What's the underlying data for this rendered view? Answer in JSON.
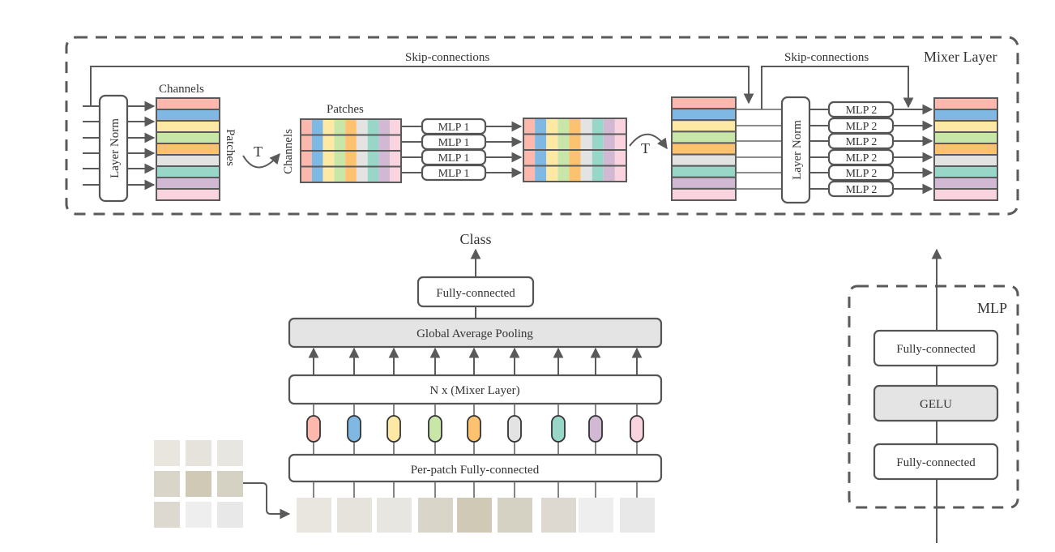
{
  "figure": {
    "mixer_layer": {
      "title": "Mixer Layer",
      "skip_label_1": "Skip-connections",
      "skip_label_2": "Skip-connections",
      "layer_norm_1": "Layer Norm",
      "layer_norm_2": "Layer Norm",
      "channels_label_top": "Channels",
      "patches_label_side": "Patches",
      "patches_label_top": "Patches",
      "channels_label_side": "Channels",
      "transpose_1": "T",
      "transpose_2": "T",
      "mlp1_blocks": [
        "MLP 1",
        "MLP 1",
        "MLP 1",
        "MLP 1"
      ],
      "mlp2_blocks": [
        "MLP 2",
        "MLP 2",
        "MLP 2",
        "MLP 2",
        "MLP 2",
        "MLP 2"
      ]
    },
    "main_pipeline": {
      "output_label": "Class",
      "head": "Fully-connected",
      "pooling": "Global Average Pooling",
      "mixer_stack": "N x (Mixer Layer)",
      "embedding": "Per-patch Fully-connected",
      "num_patches": 9
    },
    "mlp_block": {
      "title": "MLP",
      "layers": [
        "Fully-connected",
        "GELU",
        "Fully-connected"
      ]
    },
    "patch_colors": [
      "#fdb8ae",
      "#7fb8e3",
      "#fde9a3",
      "#c8e6a8",
      "#fdc270",
      "#e3e3e3",
      "#98d6c8",
      "#d2b9d3",
      "#f9d3de"
    ],
    "image_patch_tones": [
      "#e9e6df",
      "#e5e3dc",
      "#e8e6e1",
      "#d9d5c9",
      "#cfc9b6",
      "#d6d2c3",
      "#ddd9d0",
      "#eeeeee",
      "#e8e8e8"
    ]
  }
}
